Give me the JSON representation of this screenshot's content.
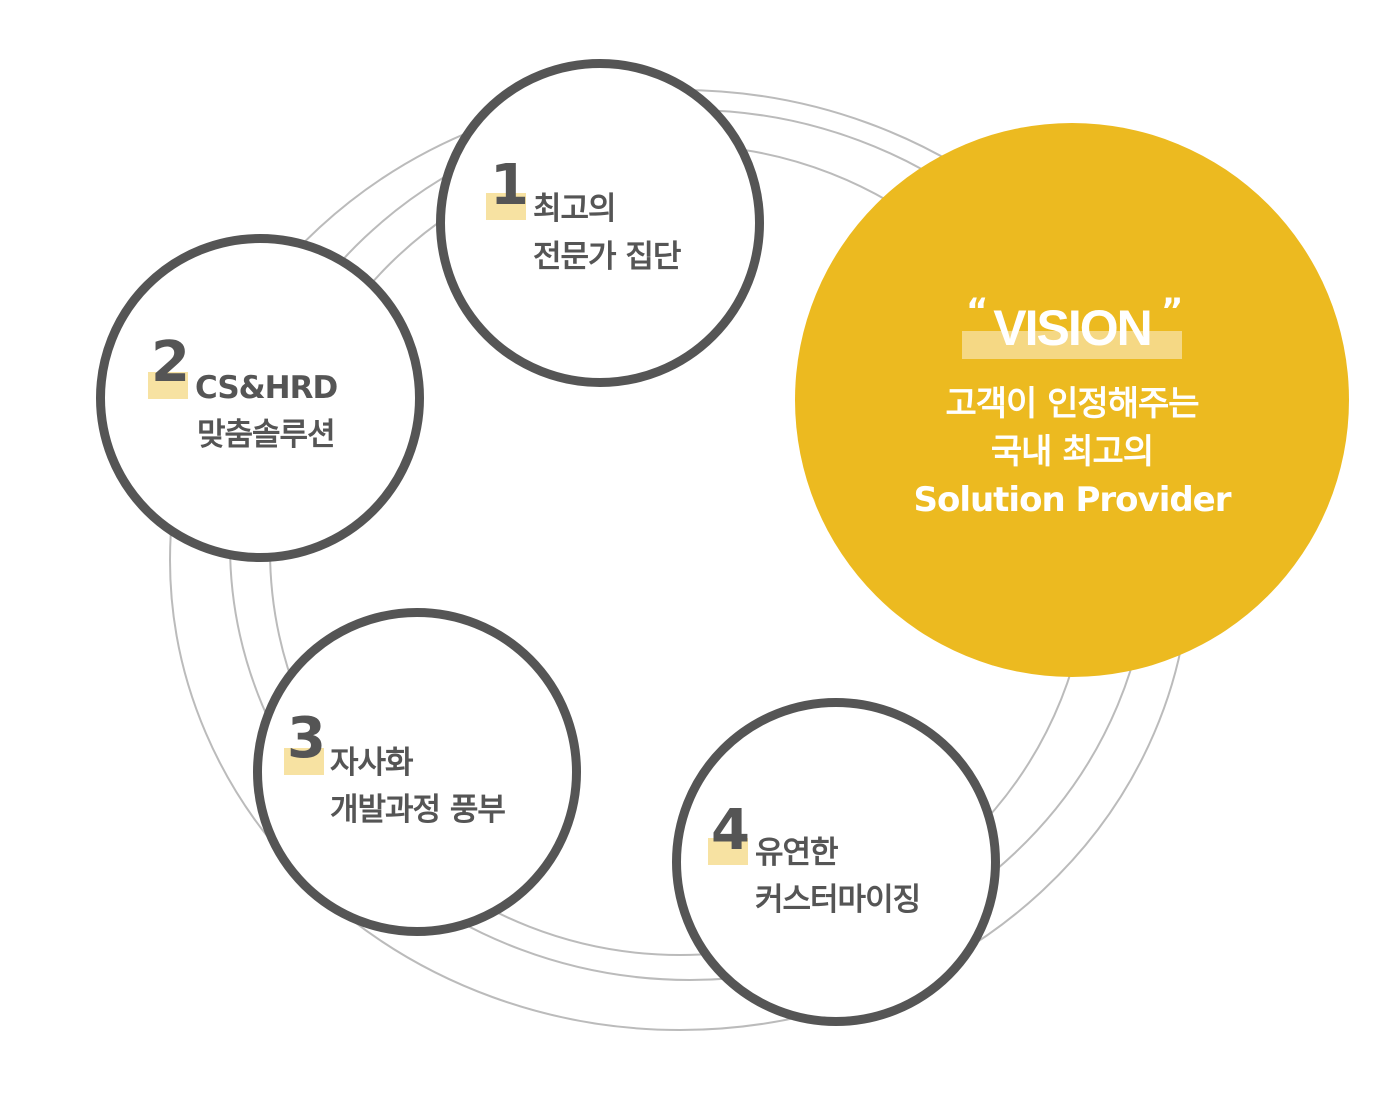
{
  "items": [
    {
      "number": "1",
      "line1": "최고의",
      "line2": "전문가 집단"
    },
    {
      "number": "2",
      "line1": "CS&HRD",
      "line2": "맞춤솔루션"
    },
    {
      "number": "3",
      "line1": "자사화",
      "line2": "개발과정 풍부"
    },
    {
      "number": "4",
      "line1": "유연한",
      "line2": "커스터마이징"
    }
  ],
  "vision": {
    "open_quote": "“",
    "title": "VISION",
    "close_quote": "”",
    "line1": "고객이 인정해주는",
    "line2": "국내 최고의",
    "line3": "Solution Provider"
  },
  "colors": {
    "accent": "#ecba20",
    "circle_border": "#555555",
    "highlight": "#f7e2a2"
  }
}
